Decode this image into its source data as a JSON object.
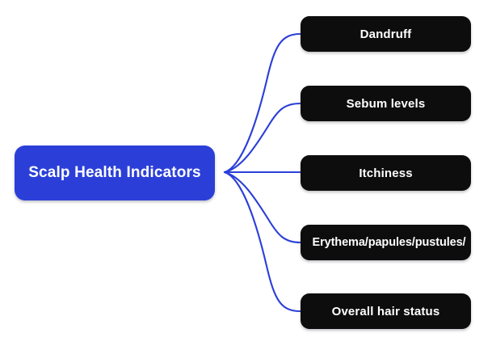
{
  "diagram": {
    "type": "mind-map",
    "title": "Scalp Health Indicators",
    "background_color": "#ffffff",
    "root": {
      "label": "Scalp Health Indicators",
      "fill_color": "#2b3fd8",
      "text_color": "#ffffff"
    },
    "connector": {
      "color": "#2b3fd8",
      "style": "curved",
      "width": 2
    },
    "children": [
      {
        "label": "Dandruff",
        "fill_color": "#0d0d0d",
        "text_color": "#ffffff"
      },
      {
        "label": "Sebum levels",
        "fill_color": "#0d0d0d",
        "text_color": "#ffffff"
      },
      {
        "label": "Itchiness",
        "fill_color": "#0d0d0d",
        "text_color": "#ffffff"
      },
      {
        "label": "Erythema/papules/pustules/",
        "fill_color": "#0d0d0d",
        "text_color": "#ffffff"
      },
      {
        "label": "Overall hair status",
        "fill_color": "#0d0d0d",
        "text_color": "#ffffff"
      }
    ]
  }
}
